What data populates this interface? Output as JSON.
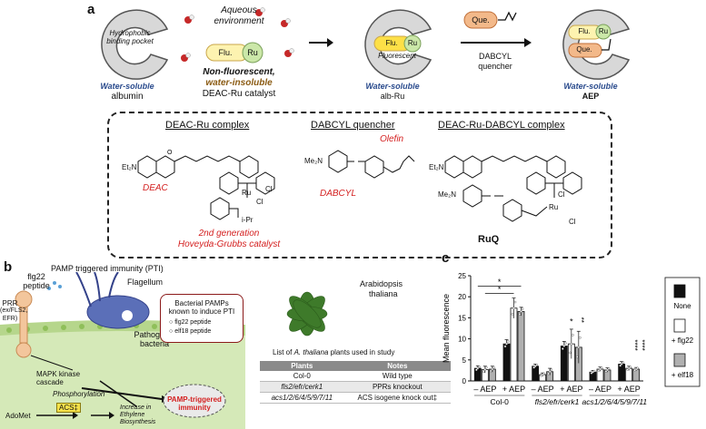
{
  "panel_a": {
    "label": "a",
    "pocket_label": "Hydrophobic binding pocket",
    "albumin_desc": "Water-soluble",
    "albumin_name": "albumin",
    "env_label": "Aqueous environment",
    "flu": "Flu.",
    "ru": "Ru",
    "que": "Que.",
    "nonfluor": "Non-fluorescent,",
    "insoluble": "water-insoluble",
    "catalyst": "DEAC-Ru catalyst",
    "fluorescent": "Fluorescent",
    "albru_desc": "Water-soluble",
    "albru_name": "alb-Ru",
    "quencher_line1": "DABCYL",
    "quencher_line2": "quencher",
    "aep_desc": "Water-soluble",
    "aep_name": "AEP",
    "box": {
      "deac_ru_title": "DEAC-Ru complex",
      "dabcyl_title": "DABCYL quencher",
      "complex_title": "DEAC-Ru-DABCYL complex",
      "deac": "DEAC",
      "olefin": "Olefin",
      "dabcyl": "DABCYL",
      "gen2_line1": "2nd generation",
      "gen2_line2": "Hoveyda-Grubbs catalyst",
      "ruq": "RuQ",
      "et2n": "Et₂N",
      "me2n": "Me₂N",
      "o": "O",
      "n": "N",
      "ru_atom": "Ru",
      "cl": "Cl",
      "ipr": "i-Pr"
    }
  },
  "panel_b": {
    "label": "b",
    "title": "PAMP triggered immunity (PTI)",
    "flg22_line1": "flg22",
    "flg22_line2": "peptide",
    "flagellum": "Flagellum",
    "prr_line1": "PRR",
    "prr_line2": "(ex/FLS2,",
    "prr_line3": "EFR)",
    "bacteria_line1": "Pathogenic",
    "bacteria_line2": "bacteria",
    "box_line1": "Bacterial PAMPs",
    "box_line2": "known to induce PTI",
    "box_item1": "flg22 peptide",
    "box_item2": "elf18 peptide",
    "mapk_line1": "MAPK kinase",
    "mapk_line2": "cascade",
    "phos": "Phosphorylation",
    "pti_line1": "PAMP-triggered",
    "pti_line2": "immunity",
    "acs": "ACS‡",
    "adomet": "AdoMet",
    "ethylene_line1": "Increase in",
    "ethylene_line2": "Ethylene",
    "ethylene_line3": "Biosynthesis",
    "arab_line1": "Arabidopsis",
    "arab_line2": "thaliana",
    "list_title_pre": "List of ",
    "list_title_ital": "A. thaliana",
    "list_title_post": " plants used in study",
    "table_headers": [
      "Plants",
      "Notes"
    ],
    "table_rows": [
      [
        "Col-0",
        "Wild type"
      ],
      [
        "fls2/efr/cerk1",
        "PPRs knockout"
      ],
      [
        "acs1/2/6/4/5/9/7/11",
        "ACS isogene knock out‡"
      ]
    ]
  },
  "panel_c": {
    "label": "c"
  },
  "chart_data": {
    "type": "bar",
    "title": "",
    "xlabel": "",
    "ylabel": "Mean fluorescence",
    "ylim": [
      0,
      25
    ],
    "yticks": [
      0,
      5,
      10,
      15,
      20,
      25
    ],
    "grid": false,
    "legend_position": "right",
    "groups": [
      "Col-0",
      "fls2/efr/cerk1",
      "acs1/2/6/4/5/9/7/11"
    ],
    "categories": [
      "– AEP",
      "+ AEP",
      "– AEP",
      "+ AEP",
      "– AEP",
      "+ AEP"
    ],
    "series": [
      {
        "name": "None",
        "color": "#111111",
        "values": [
          3.0,
          8.8,
          3.5,
          8.3,
          2.1,
          4.0
        ]
      },
      {
        "name": "+ flg22",
        "color": "#ffffff",
        "values": [
          2.7,
          17.3,
          1.5,
          8.8,
          2.8,
          3.0
        ]
      },
      {
        "name": "+ elf18",
        "color": "#b0b0b0",
        "values": [
          2.8,
          16.5,
          2.2,
          8.0,
          2.6,
          2.8
        ]
      }
    ],
    "errors": [
      [
        0.6,
        1.0,
        0.5,
        1.1,
        0.4,
        0.6
      ],
      [
        0.8,
        2.4,
        0.4,
        3.5,
        0.5,
        0.5
      ],
      [
        0.7,
        1.0,
        0.8,
        3.8,
        0.5,
        0.4
      ]
    ],
    "annotations": [
      "*",
      "*",
      "*",
      "**",
      "****",
      "****"
    ]
  }
}
